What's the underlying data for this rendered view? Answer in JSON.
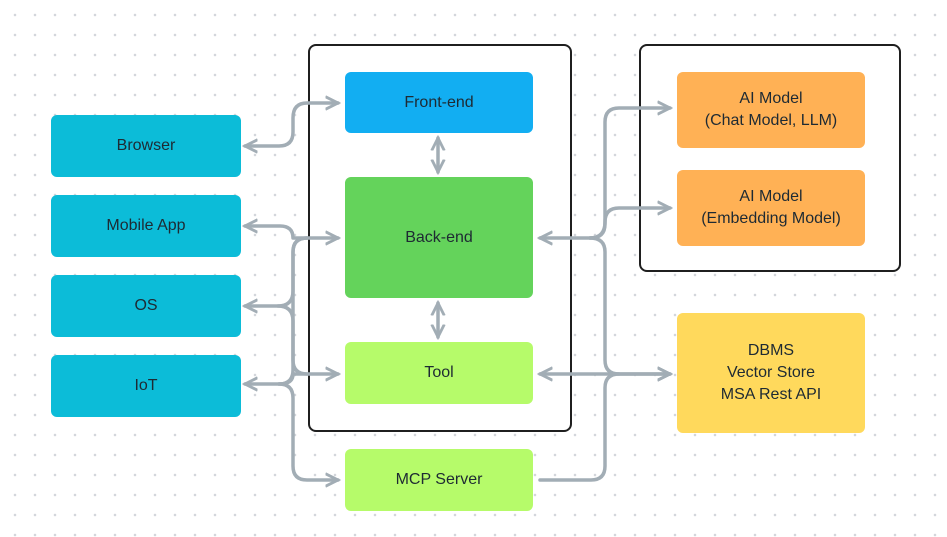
{
  "clients": {
    "browser": "Browser",
    "mobile_app": "Mobile App",
    "os": "OS",
    "iot": "IoT"
  },
  "server": {
    "frontend": "Front-end",
    "backend": "Back-end",
    "tool": "Tool"
  },
  "mcp_server": "MCP Server",
  "ai_models": [
    {
      "line1": "AI Model",
      "line2": "(Chat Model, LLM)"
    },
    {
      "line1": "AI Model",
      "line2": "(Embedding Model)"
    }
  ],
  "data_services": [
    "DBMS",
    "Vector Store",
    "MSA Rest API"
  ],
  "colors": {
    "client": "#0cbcd8",
    "frontend": "#12aef2",
    "backend": "#64d35b",
    "tool": "#b6fb6a",
    "ai_model": "#ffb155",
    "data_service": "#ffd95c",
    "connector": "#a2adb5"
  }
}
